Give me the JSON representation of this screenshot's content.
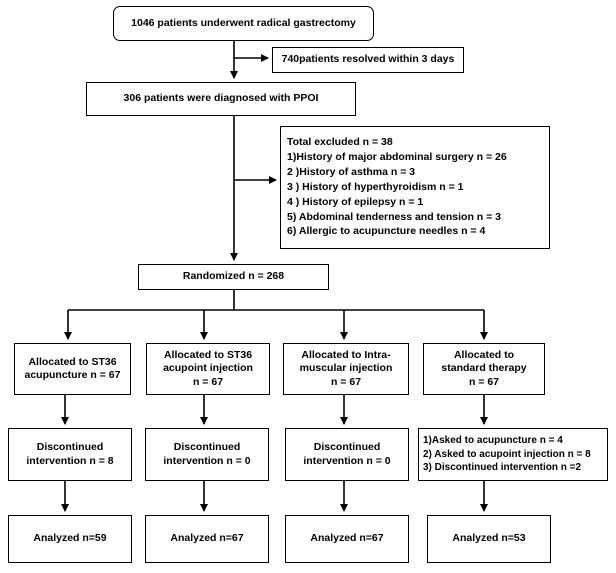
{
  "start": "1046 patients underwent radical gastrectomy",
  "resolved": "740patients  resolved within 3 days",
  "ppoi": "306 patients were diagnosed with PPOI",
  "excluded": {
    "title": "Total excluded n = 38",
    "items": [
      "1)History of major abdominal surgery n = 26",
      "2 )History of  asthma n = 3",
      "3 ) History of hyperthyroidism n = 1",
      "4 ) History of epilepsy n = 1",
      "5) Abdominal tenderness and tension n = 3",
      "6) Allergic to acupuncture needles n = 4"
    ]
  },
  "randomized": "Randomized n = 268",
  "groups": [
    {
      "allocated": [
        "Allocated to  ST36",
        "acupuncture n = 67"
      ],
      "followup": [
        "Discontinued",
        "intervention n = 8"
      ],
      "analyzed": "Analyzed n=59"
    },
    {
      "allocated": [
        "Allocated to ST36",
        "acupoint injection",
        "n = 67"
      ],
      "followup": [
        "Discontinued",
        "intervention n = 0"
      ],
      "analyzed": "Analyzed n=67"
    },
    {
      "allocated": [
        "Allocated to Intra-",
        "muscular injection",
        "n = 67"
      ],
      "followup": [
        "Discontinued",
        "intervention n = 0"
      ],
      "analyzed": "Analyzed n=67"
    },
    {
      "allocated": [
        "Allocated to",
        "standard therapy",
        "n = 67"
      ],
      "followup": [
        "1)Asked to acupuncture n = 4",
        "2) Asked to acupoint injection n = 8",
        "3) Discontinued intervention n =2"
      ],
      "analyzed": "Analyzed n=53"
    }
  ]
}
